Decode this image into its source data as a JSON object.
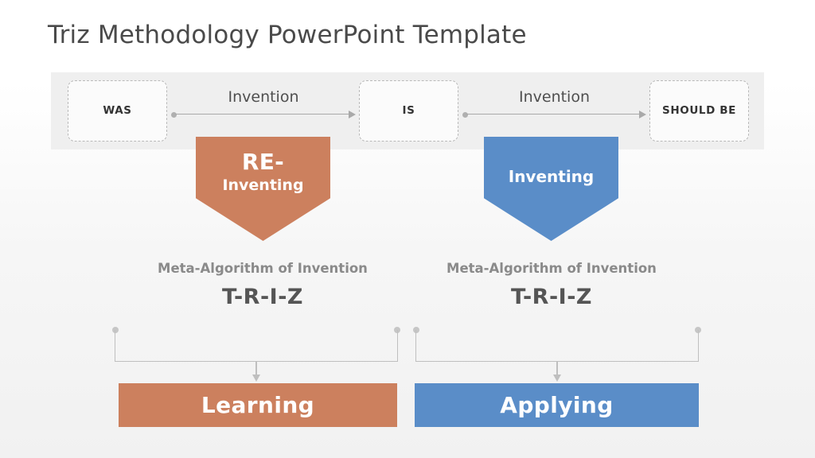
{
  "slide": {
    "title": "Triz Methodology PowerPoint Template"
  },
  "timeline": {
    "states": [
      {
        "id": "was",
        "label": "WAS"
      },
      {
        "id": "is",
        "label": "IS"
      },
      {
        "id": "should-be",
        "label": "SHOULD BE"
      }
    ],
    "transitions": [
      {
        "id": "was-to-is",
        "label": "Invention"
      },
      {
        "id": "is-to-should-be",
        "label": "Invention"
      }
    ]
  },
  "pillars": [
    {
      "id": "re-inventing",
      "heading_primary": "RE-",
      "heading_secondary": "Inventing",
      "color": "#cc805e",
      "caption": "Meta-Algorithm of Invention",
      "acronym": "T-R-I-Z",
      "result": "Learning"
    },
    {
      "id": "inventing",
      "heading_primary": "Inventing",
      "color": "#5a8dc8",
      "caption": "Meta-Algorithm of Invention",
      "acronym": "T-R-I-Z",
      "result": "Applying"
    }
  ],
  "colors": {
    "orange": "#cc805e",
    "blue": "#5a8dc8",
    "band_background": "#efefef",
    "connector_gray": "#bfbfbf",
    "caption_gray": "#8a8a8a",
    "title_gray": "#4a4a4a"
  }
}
